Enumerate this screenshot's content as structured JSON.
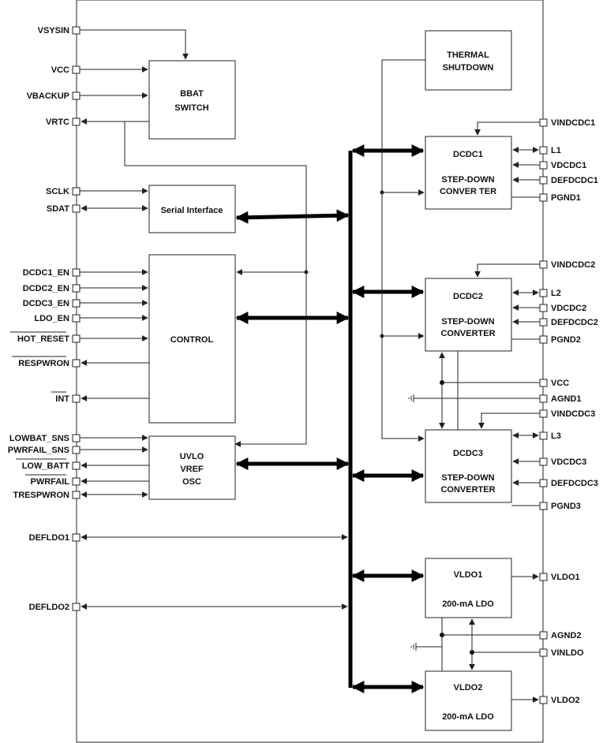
{
  "left_pins": {
    "vsysin": "VSYSIN",
    "vcc": "VCC",
    "vbackup": "VBACKUP",
    "vrtc": "VRTC",
    "sclk": "SCLK",
    "sdat": "SDAT",
    "dcdc1_en": "DCDC1_EN",
    "dcdc2_en": "DCDC2_EN",
    "dcdc3_en": "DCDC3_EN",
    "ldo_en": "LDO_EN",
    "hot_reset": "HOT_RESET",
    "respwron": "RESPWRON",
    "int": "INT",
    "lowbat_sns": "LOWBAT_SNS",
    "pwrfail_sns": "PWRFAIL_SNS",
    "low_batt": "LOW_BATT",
    "pwrfail": "PWRFAIL",
    "trespwron": "TRESPWRON",
    "defldo1": "DEFLDO1",
    "defldo2": "DEFLDO2"
  },
  "right_pins": {
    "vindcdc1": "VINDCDC1",
    "l1": "L1",
    "vdcdc1": "VDCDC1",
    "defdcdc1": "DEFDCDC1",
    "pgnd1": "PGND1",
    "vindcdc2": "VINDCDC2",
    "l2": "L2",
    "vdcdc2": "VDCDC2",
    "defdcdc2": "DEFDCDC2",
    "pgnd2": "PGND2",
    "vcc": "VCC",
    "agnd1": "AGND1",
    "vindcdc3": "VINDCDC3",
    "l3": "L3",
    "vdcdc3": "VDCDC3",
    "defdcdc3": "DEFDCDC3",
    "pgnd3": "PGND3",
    "vldo1": "VLDO1",
    "agnd2": "AGND2",
    "vinldo": "VINLDO",
    "vldo2": "VLDO2"
  },
  "blocks": {
    "bbat_switch": {
      "line1": "BBAT",
      "line2": "SWITCH"
    },
    "serial_interface": {
      "label": "Serial Interface"
    },
    "control": {
      "label": "CONTROL"
    },
    "uvlo": {
      "line1": "UVLO",
      "line2": "VREF",
      "line3": "OSC"
    },
    "thermal_shutdown": {
      "line1": "THERMAL",
      "line2": "SHUTDOWN"
    },
    "dcdc1": {
      "title": "DCDC1",
      "line1": "STEP-DOWN",
      "line2": "CONVER TER"
    },
    "dcdc2": {
      "title": "DCDC2",
      "line1": "STEP-DOWN",
      "line2": "CONVERTER"
    },
    "dcdc3": {
      "title": "DCDC3",
      "line1": "STEP-DOWN",
      "line2": "CONVERTER"
    },
    "vldo1": {
      "title": "VLDO1",
      "line1": "200-mA LDO"
    },
    "vldo2": {
      "title": "VLDO2",
      "line1": "200-mA LDO"
    }
  }
}
